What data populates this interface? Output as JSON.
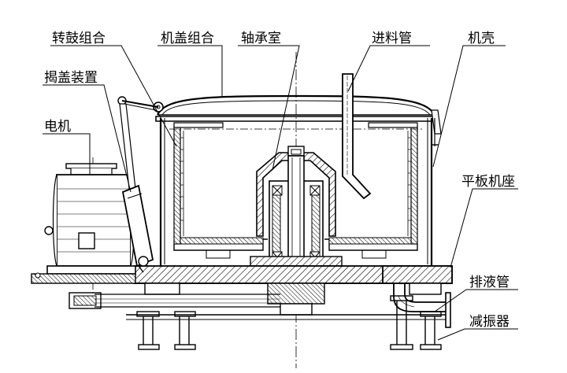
{
  "diagram": {
    "labels": {
      "drum": "转鼓组合",
      "cover": "机盖组合",
      "bearing": "轴承室",
      "feed_pipe": "进料管",
      "shell": "机壳",
      "lid_lifter": "揭盖装置",
      "motor": "电机",
      "base": "平板机座",
      "drain": "排液管",
      "damper": "减振器"
    }
  }
}
